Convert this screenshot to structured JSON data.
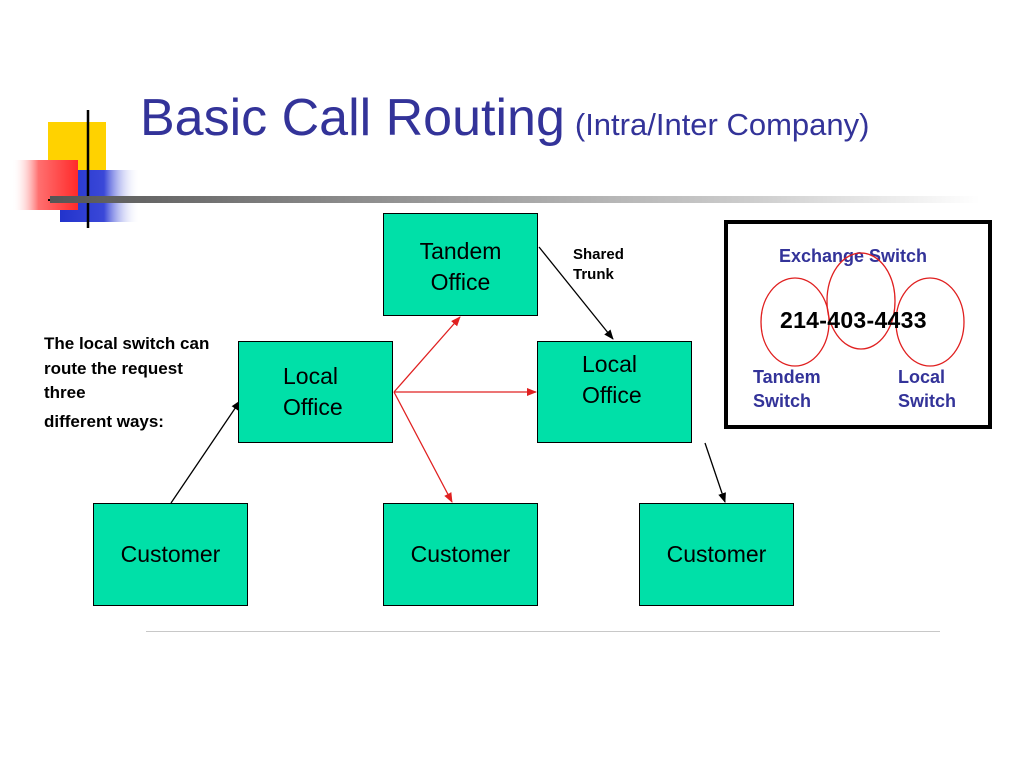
{
  "slide": {
    "title": "Basic Call Routing",
    "subtitle": "(Intra/Inter Company)"
  },
  "diagram": {
    "tandem_office": "Tandem\nOffice",
    "local_office_left": "Local\nOffice",
    "local_office_right": "Local\nOffice",
    "customer_left": "Customer",
    "customer_center": "Customer",
    "customer_right": "Customer",
    "shared_trunk": "Shared\nTrunk",
    "routing_note_line1": "The local switch can route the request three",
    "routing_note_line2": "different ways:",
    "route_arrow_color": "#e02020",
    "path_arrow_color": "#000000",
    "node_color": "#00e0a8"
  },
  "legend": {
    "title": "Exchange Switch",
    "number": "214-403-4433",
    "tandem_switch": "Tandem\nSwitch",
    "local_switch": "Local\nSwitch",
    "circle_color": "#e02020"
  },
  "logo": {
    "colors": [
      "#ffd200",
      "#2233cc",
      "#ff3333"
    ]
  }
}
